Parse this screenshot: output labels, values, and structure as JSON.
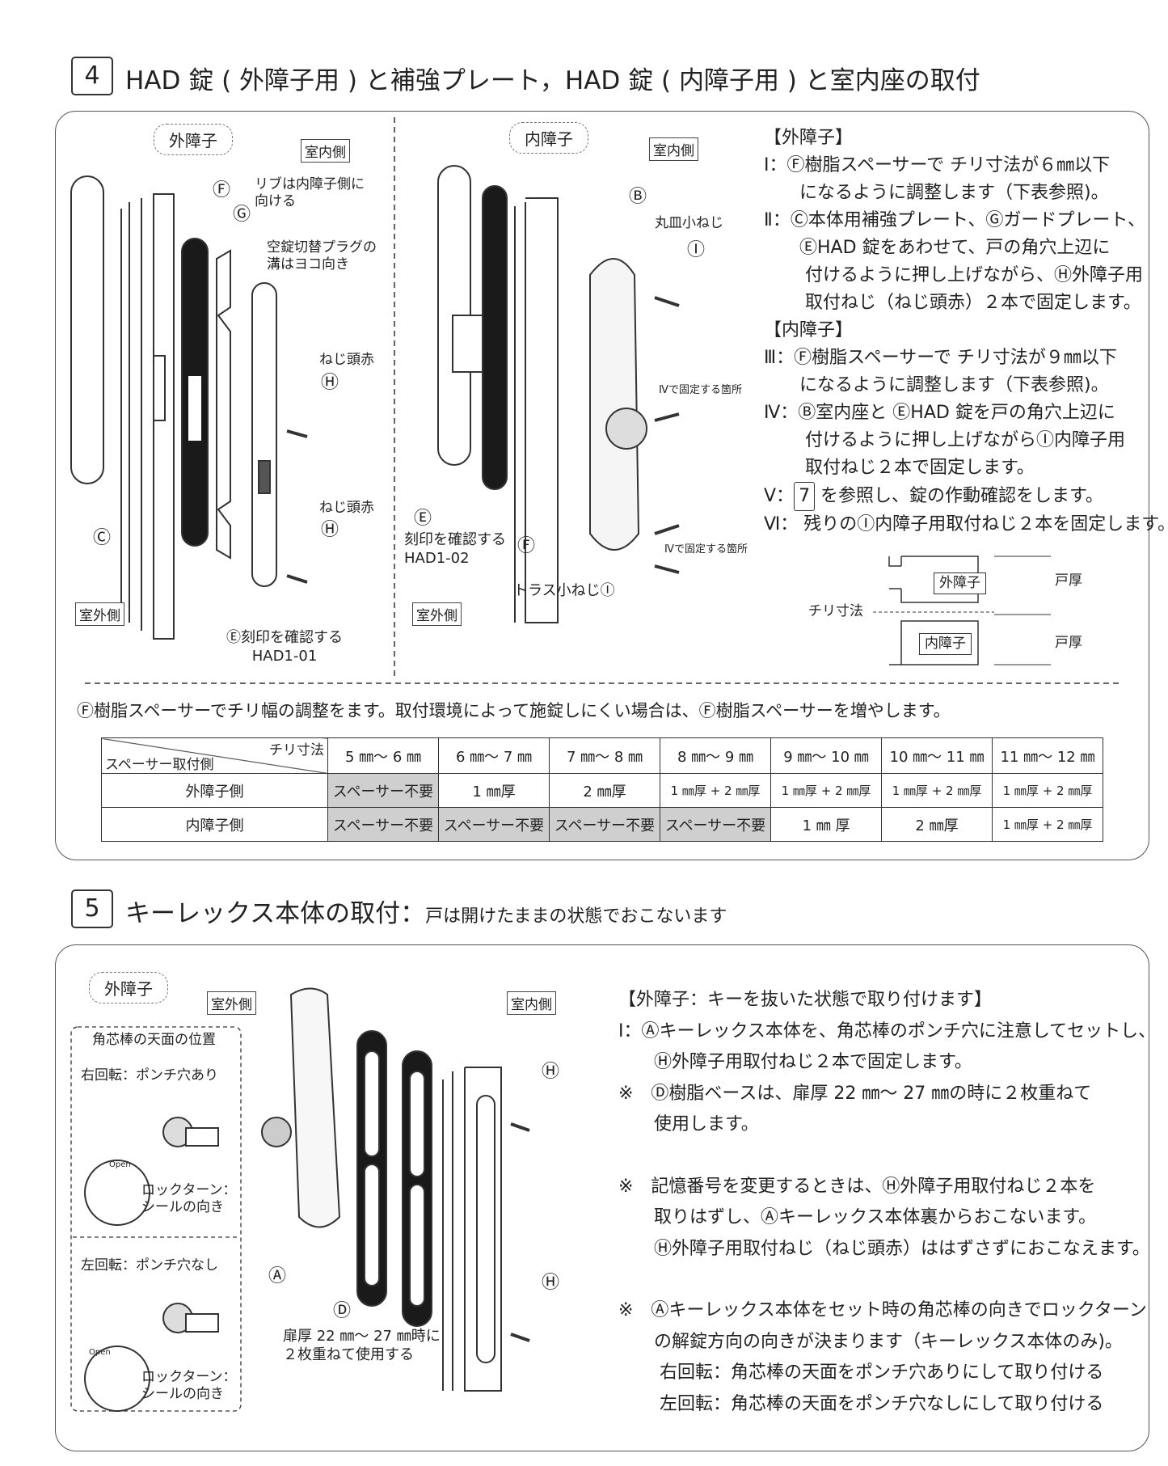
{
  "section4": {
    "number": "4",
    "title": "HAD 錠 ( 外障子用 ) と補強プレート，HAD 錠 ( 内障子用 ) と室内座の取付",
    "outer_label": "外障子",
    "inner_label": "内障子",
    "indoor": "室内側",
    "outdoor": "室外側",
    "callouts": {
      "F": "Ⓕ",
      "G": "Ⓖ",
      "C": "Ⓒ",
      "H": "Ⓗ",
      "E": "Ⓔ",
      "B": "Ⓑ",
      "I": "Ⓘ",
      "rib": "リブは内障子側に\n向ける",
      "plug": "空錠切替プラグの\n溝はヨコ向き",
      "screw_red": "ねじ頭赤",
      "stamp_outer": "Ⓔ刻印を確認する\nHAD1-01",
      "stamp_inner": "刻印を確認する\nHAD1-02",
      "pan_screw": "丸皿小ねじ",
      "fix_iv": "Ⅳで固定する箇所",
      "truss": "トラス小ねじⒾ"
    },
    "steps": [
      "【外障子】",
      "Ⅰ：Ⓕ樹脂スペーサーで チリ寸法が６㎜以下",
      "　　になるように調整します（下表参照)。",
      "Ⅱ：Ⓒ本体用補強プレート、Ⓖガードプレート、",
      "　　ⒺHAD 錠をあわせて、戸の角穴上辺に",
      "　　 付けるように押し上げながら、Ⓗ外障子用",
      "　　 取付ねじ（ねじ頭赤）２本で固定します。",
      "【内障子】",
      "Ⅲ：Ⓕ樹脂スペーサーで チリ寸法が９㎜以下",
      "　　になるように調整します（下表参照)。",
      "Ⅳ：Ⓑ室内座と ⒺHAD 錠を戸の角穴上辺に",
      "　　 付けるように押し上げながらⒾ内障子用",
      "　　 取付ねじ２本で固定します。",
      "Ⅴ：",
      "Ⅵ： 残りのⒾ内障子用取付ねじ２本を固定します。"
    ],
    "step5_ref": "7",
    "step5_text": " を参照し、錠の作動確認をします。",
    "dim_diagram": {
      "outer": "外障子",
      "inner": "内障子",
      "clearance": "チリ寸法",
      "thickness": "戸厚"
    },
    "note": "Ⓕ樹脂スペーサーでチリ幅の調整をます。取付環境によって施錠しにくい場合は、Ⓕ樹脂スペーサーを増やします。",
    "table": {
      "corner_top": "チリ寸法",
      "corner_bottom": "スペーサー取付側",
      "columns": [
        "5 ㎜〜 6 ㎜",
        "6 ㎜〜 7 ㎜",
        "7 ㎜〜 8 ㎜",
        "8 ㎜〜 9 ㎜",
        "9 ㎜〜 10 ㎜",
        "10 ㎜〜 11 ㎜",
        "11 ㎜〜 12 ㎜"
      ],
      "rows": [
        {
          "label": "外障子側",
          "cells": [
            "スペーサー不要",
            "1 ㎜厚",
            "2 ㎜厚",
            "1 ㎜厚 + 2 ㎜厚",
            "1 ㎜厚 + 2 ㎜厚",
            "1 ㎜厚 + 2 ㎜厚",
            "1 ㎜厚 + 2 ㎜厚"
          ]
        },
        {
          "label": "内障子側",
          "cells": [
            "スペーサー不要",
            "スペーサー不要",
            "スペーサー不要",
            "スペーサー不要",
            "1 ㎜ 厚",
            "2 ㎜厚",
            "1 ㎜厚 + 2 ㎜厚"
          ]
        }
      ]
    }
  },
  "section5": {
    "number": "5",
    "title": "キーレックス本体の取付：",
    "subtitle": "戸は開けたままの状態でおこないます",
    "outer_label": "外障子",
    "outdoor": "室外側",
    "indoor": "室内側",
    "sidebox_title": "角芯棒の天面の位置",
    "right_rot": "右回転：ポンチ穴あり",
    "left_rot": "左回転：ポンチ穴なし",
    "rockturn": "ロックターン：\nシールの向き",
    "open": "Open",
    "callouts": {
      "A": "Ⓐ",
      "D": "Ⓓ",
      "H": "Ⓗ",
      "spacer_note": "扉厚 22 ㎜〜 27 ㎜時に\n２枚重ねて使用する"
    },
    "steps": [
      "【外障子：キーを抜いた状態で取り付けます】",
      " Ⅰ：Ⓐキーレックス本体を、角芯棒のポンチ穴に注意してセットし、",
      "　　Ⓗ外障子用取付ねじ２本で固定します。",
      "※　Ⓓ樹脂ベースは、扉厚 22 ㎜〜 27 ㎜の時に２枚重ねて",
      "　　使用します。",
      "",
      "※　記憶番号を変更するときは、Ⓗ外障子用取付ねじ２本を",
      "　　取りはずし、Ⓐキーレックス本体裏からおこないます。",
      "　　Ⓗ外障子用取付ねじ（ねじ頭赤）ははずさずにおこなえます。",
      "",
      "※　Ⓐキーレックス本体をセット時の角芯棒の向きでロックターン",
      "　　の解錠方向の向きが決まります（キーレックス本体のみ)。",
      "　　 右回転：角芯棒の天面をポンチ穴ありにして取り付ける",
      "　　 左回転：角芯棒の天面をポンチ穴なしにして取り付ける"
    ]
  }
}
